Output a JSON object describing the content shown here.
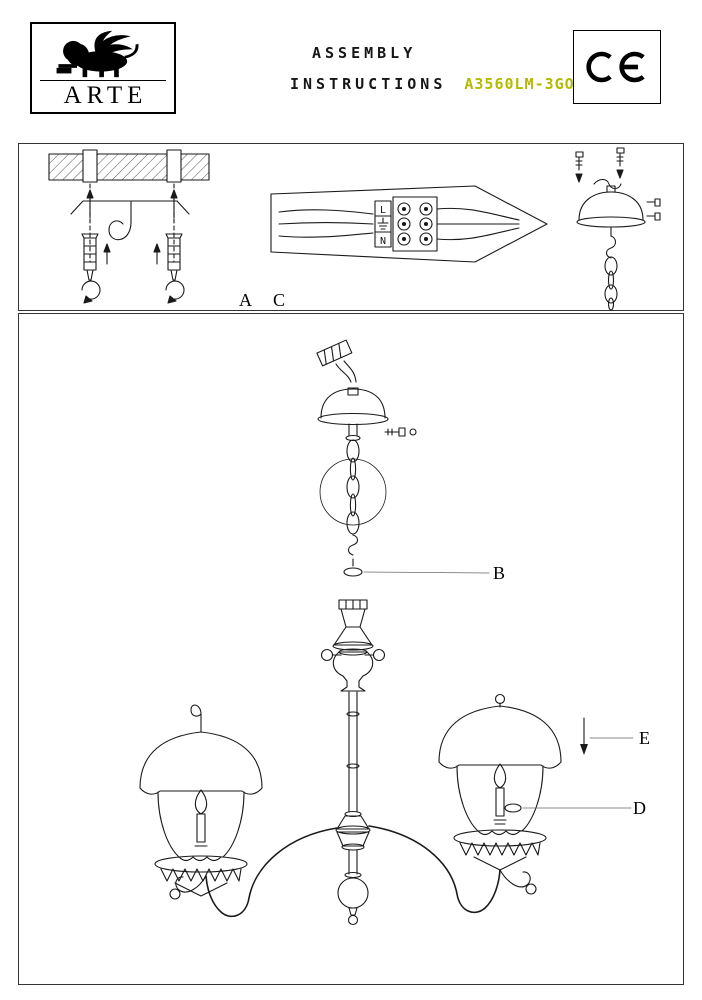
{
  "header": {
    "brand": "ARTE",
    "title_line1": "ASSEMBLY",
    "title_line2": "INSTRUCTIONS",
    "model": "A3560LM-3GO",
    "ce_mark": "CE"
  },
  "colors": {
    "model_text": "#b4ba00",
    "line_art": "#1a1a1a"
  },
  "steps": {
    "a": "A",
    "b": "B",
    "c": "C",
    "d": "D",
    "e": "E"
  },
  "wiring": {
    "l": "L",
    "n": "N"
  }
}
